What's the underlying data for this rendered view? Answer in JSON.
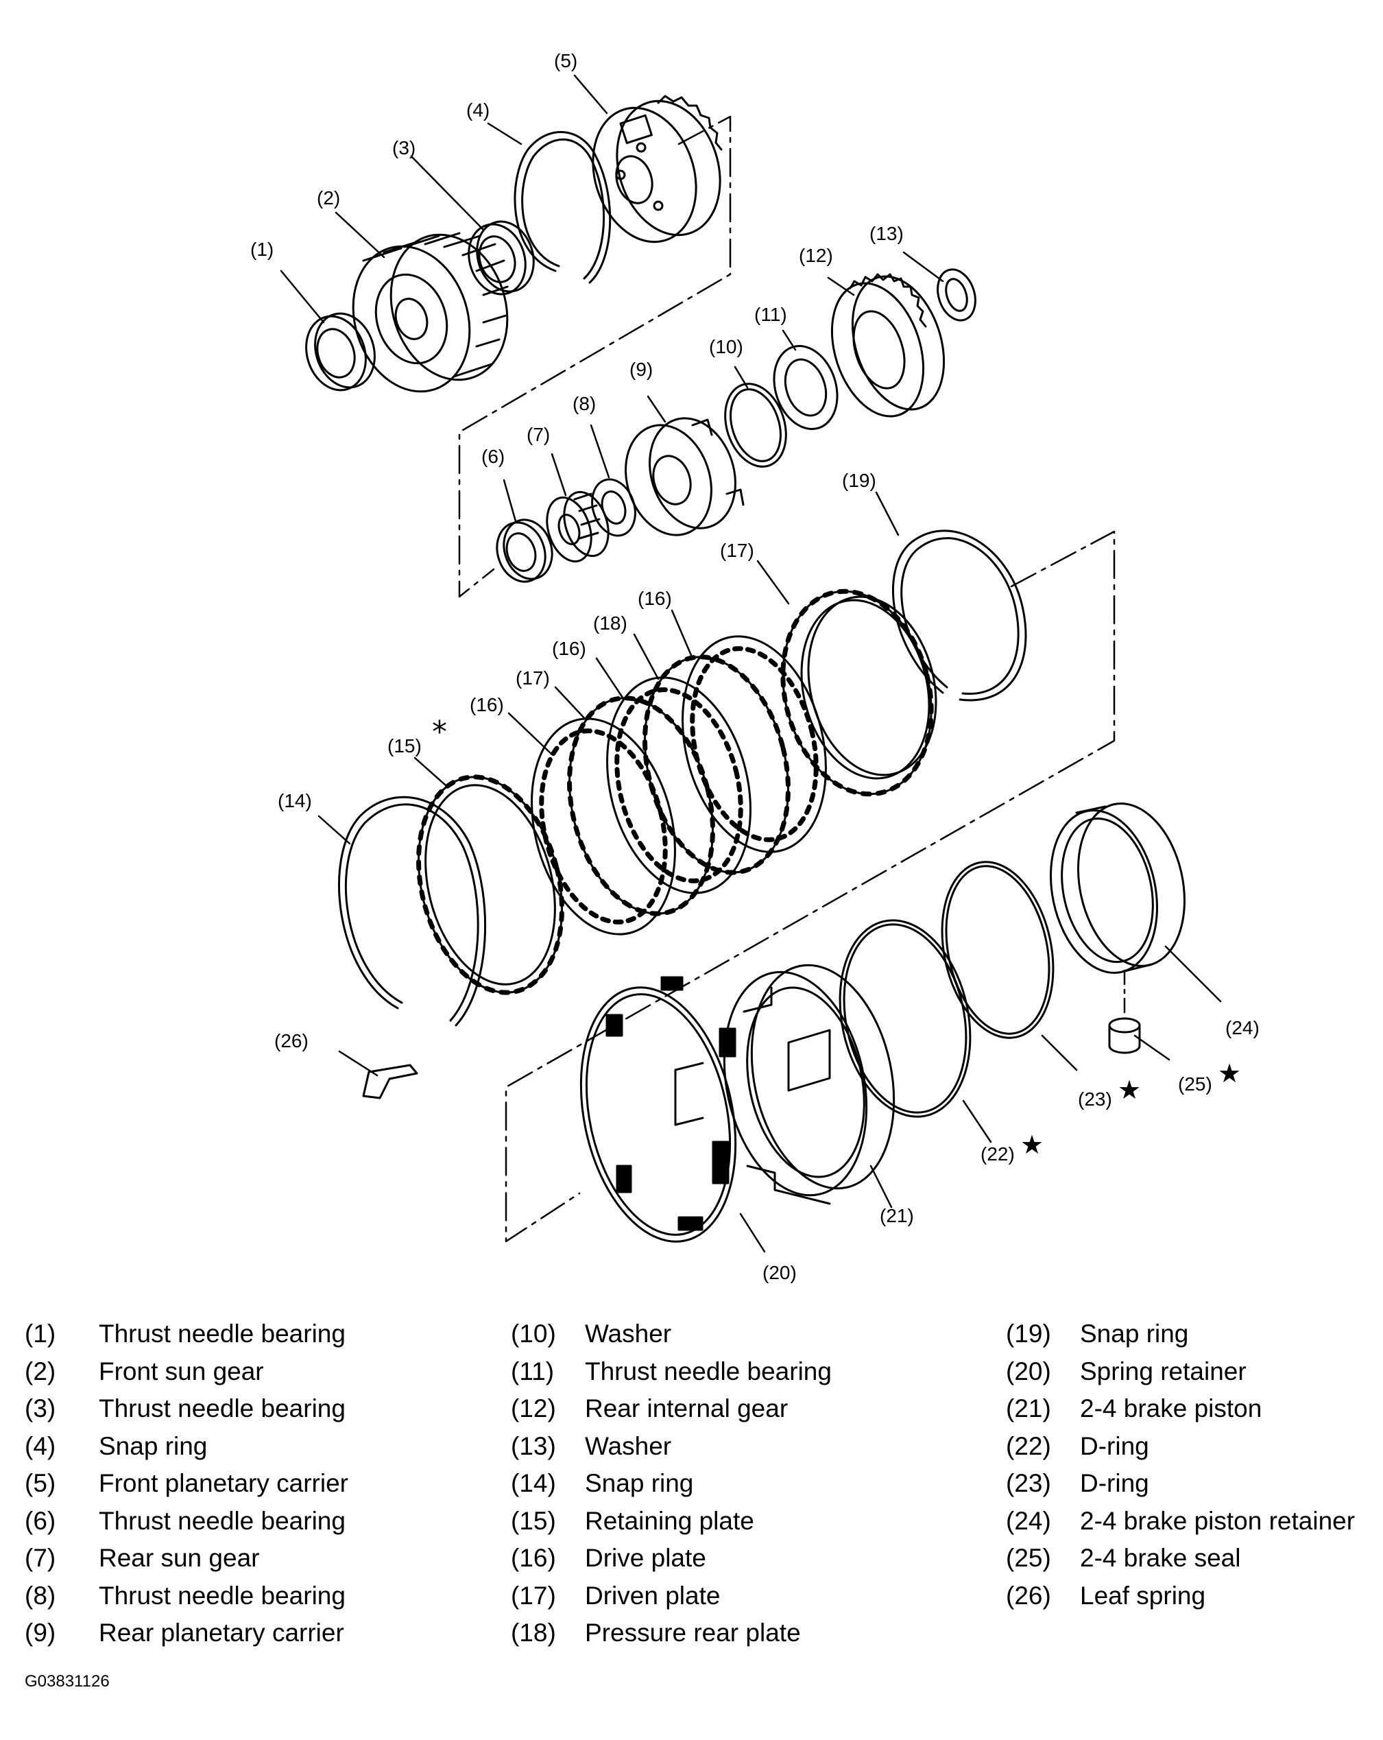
{
  "callouts": [
    {
      "id": "c1",
      "label": "(1)"
    },
    {
      "id": "c2",
      "label": "(2)"
    },
    {
      "id": "c3",
      "label": "(3)"
    },
    {
      "id": "c4",
      "label": "(4)"
    },
    {
      "id": "c5",
      "label": "(5)"
    },
    {
      "id": "c6",
      "label": "(6)"
    },
    {
      "id": "c7",
      "label": "(7)"
    },
    {
      "id": "c8",
      "label": "(8)"
    },
    {
      "id": "c9",
      "label": "(9)"
    },
    {
      "id": "c10",
      "label": "(10)"
    },
    {
      "id": "c11",
      "label": "(11)"
    },
    {
      "id": "c12",
      "label": "(12)"
    },
    {
      "id": "c13",
      "label": "(13)"
    },
    {
      "id": "c14",
      "label": "(14)"
    },
    {
      "id": "c15",
      "label": "(15)"
    },
    {
      "id": "c16a",
      "label": "(16)"
    },
    {
      "id": "c16b",
      "label": "(16)"
    },
    {
      "id": "c16c",
      "label": "(16)"
    },
    {
      "id": "c17a",
      "label": "(17)"
    },
    {
      "id": "c17b",
      "label": "(17)"
    },
    {
      "id": "c18",
      "label": "(18)"
    },
    {
      "id": "c19",
      "label": "(19)"
    },
    {
      "id": "c20",
      "label": "(20)"
    },
    {
      "id": "c21",
      "label": "(21)"
    },
    {
      "id": "c22",
      "label": "(22)"
    },
    {
      "id": "c23",
      "label": "(23)"
    },
    {
      "id": "c24",
      "label": "(24)"
    },
    {
      "id": "c25",
      "label": "(25)"
    },
    {
      "id": "c26",
      "label": "(26)"
    }
  ],
  "marks": {
    "asterisk": "*",
    "star": "★"
  },
  "legend": [
    [
      {
        "num": "(1)",
        "name": "Thrust needle bearing"
      },
      {
        "num": "(2)",
        "name": "Front sun gear"
      },
      {
        "num": "(3)",
        "name": "Thrust needle bearing"
      },
      {
        "num": "(4)",
        "name": "Snap ring"
      },
      {
        "num": "(5)",
        "name": "Front planetary carrier"
      },
      {
        "num": "(6)",
        "name": "Thrust needle bearing"
      },
      {
        "num": "(7)",
        "name": "Rear sun gear"
      },
      {
        "num": "(8)",
        "name": "Thrust needle bearing"
      },
      {
        "num": "(9)",
        "name": "Rear planetary carrier"
      }
    ],
    [
      {
        "num": "(10)",
        "name": "Washer"
      },
      {
        "num": "(11)",
        "name": "Thrust needle bearing"
      },
      {
        "num": "(12)",
        "name": "Rear internal gear"
      },
      {
        "num": "(13)",
        "name": "Washer"
      },
      {
        "num": "(14)",
        "name": "Snap ring"
      },
      {
        "num": "(15)",
        "name": "Retaining plate"
      },
      {
        "num": "(16)",
        "name": "Drive plate"
      },
      {
        "num": "(17)",
        "name": "Driven plate"
      },
      {
        "num": "(18)",
        "name": "Pressure rear plate"
      }
    ],
    [
      {
        "num": "(19)",
        "name": "Snap ring"
      },
      {
        "num": "(20)",
        "name": "Spring retainer"
      },
      {
        "num": "(21)",
        "name": "2-4 brake piston"
      },
      {
        "num": "(22)",
        "name": "D-ring"
      },
      {
        "num": "(23)",
        "name": "D-ring"
      },
      {
        "num": "(24)",
        "name": "2-4 brake piston retainer"
      },
      {
        "num": "(25)",
        "name": "2-4 brake seal"
      },
      {
        "num": "(26)",
        "name": "Leaf spring"
      }
    ]
  ],
  "figure_code": "G03831126",
  "colors": {
    "ink": "#000000",
    "paper": "#ffffff"
  }
}
